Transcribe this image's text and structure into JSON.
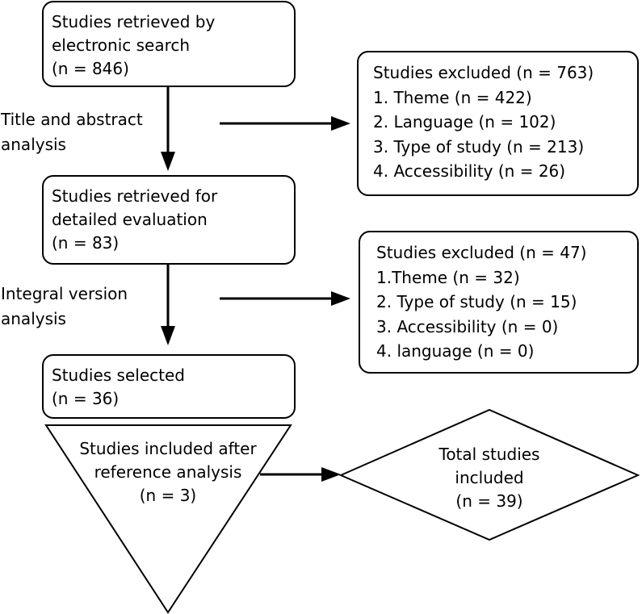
{
  "boxes": {
    "retrieved": {
      "title_line1": "Studies retrieved by",
      "title_line2": "electronic search",
      "count": "(n = 846)"
    },
    "detailed": {
      "title_line1": "Studies retrieved for",
      "title_line2": "detailed evaluation",
      "count": "(n = 83)"
    },
    "selected": {
      "title": "Studies selected",
      "count": "(n = 36)"
    }
  },
  "steps": {
    "screening": {
      "line1": "Title and abstract",
      "line2": "analysis"
    },
    "fulltext": {
      "line1": "Integral version",
      "line2": "analysis"
    }
  },
  "excluded_first": {
    "title": "Studies excluded (n = 763)",
    "items": [
      "1. Theme (n = 422)",
      "2. Language (n = 102)",
      "3. Type of study (n = 213)",
      "4. Accessibility (n = 26)"
    ]
  },
  "excluded_second": {
    "title": "Studies excluded (n = 47)",
    "items": [
      "1.Theme (n = 32)",
      "2. Type of study (n = 15)",
      "3. Accessibility (n = 0)",
      "4. language (n = 0)"
    ]
  },
  "reference_triangle": {
    "line1": "Studies included after",
    "line2": "reference analysis",
    "count": "(n = 3)"
  },
  "total_diamond": {
    "line1": "Total studies",
    "line2": "included",
    "count": "(n = 39)"
  },
  "colors": {
    "stroke": "#000000",
    "background": "#ffffff"
  }
}
